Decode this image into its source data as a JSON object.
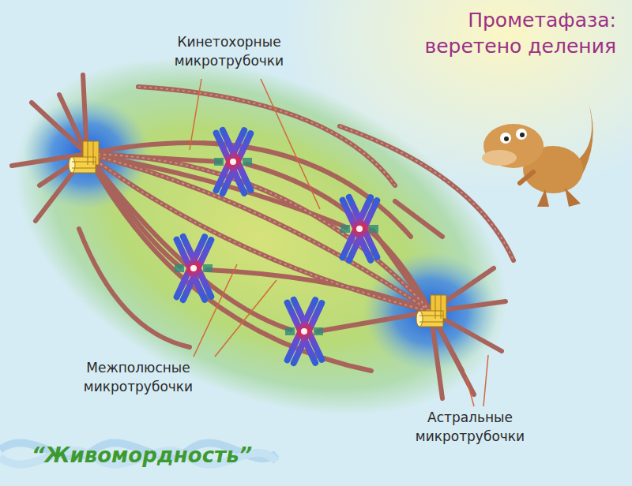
{
  "diagram": {
    "title": "Прометафаза: веретено деления",
    "labels": [
      "Кинетохорные микротрубочки",
      "Межполюсные микротрубочки",
      "Астральные микротрубочки",
      "“Живомордность”"
    ]
  }
}
